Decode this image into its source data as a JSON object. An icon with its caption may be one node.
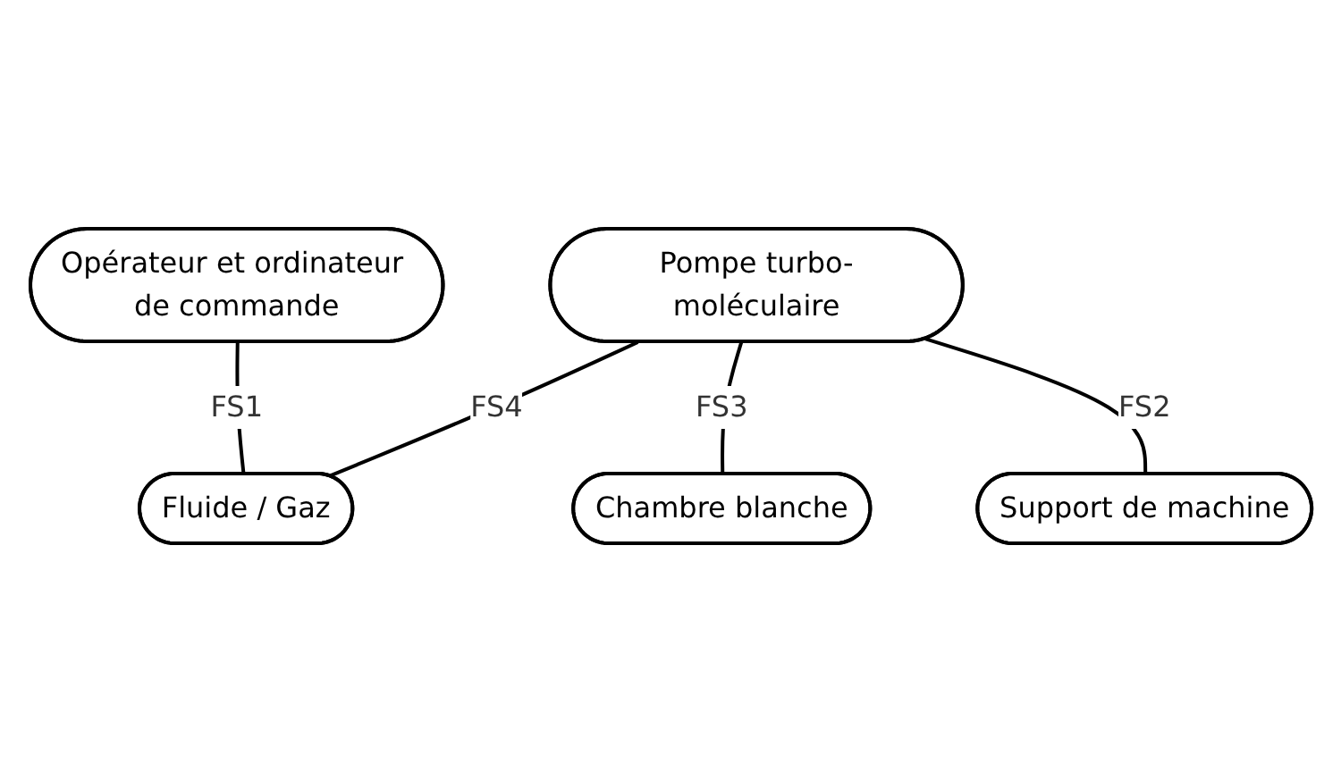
{
  "diagram": {
    "nodes": [
      {
        "text": [
          "Opérateur et ordinateur de commande"
        ]
      },
      {
        "text": [
          "Fluide / Gaz"
        ]
      },
      {
        "text": [
          "Pompe turbo-moléculaire"
        ]
      },
      {
        "text": [
          "Chambre blanche"
        ]
      },
      {
        "text": [
          "Support de machine"
        ]
      }
    ],
    "edges": [
      {
        "from": 0,
        "to": 1,
        "arrow": "none",
        "label": "FS1"
      },
      {
        "from": 2,
        "to": 1,
        "arrow": "none",
        "label": "FS4"
      },
      {
        "from": 2,
        "to": 3,
        "arrow": "none",
        "label": "FS3"
      },
      {
        "from": 2,
        "to": 4,
        "arrow": "none",
        "label": "FS2"
      }
    ]
  }
}
